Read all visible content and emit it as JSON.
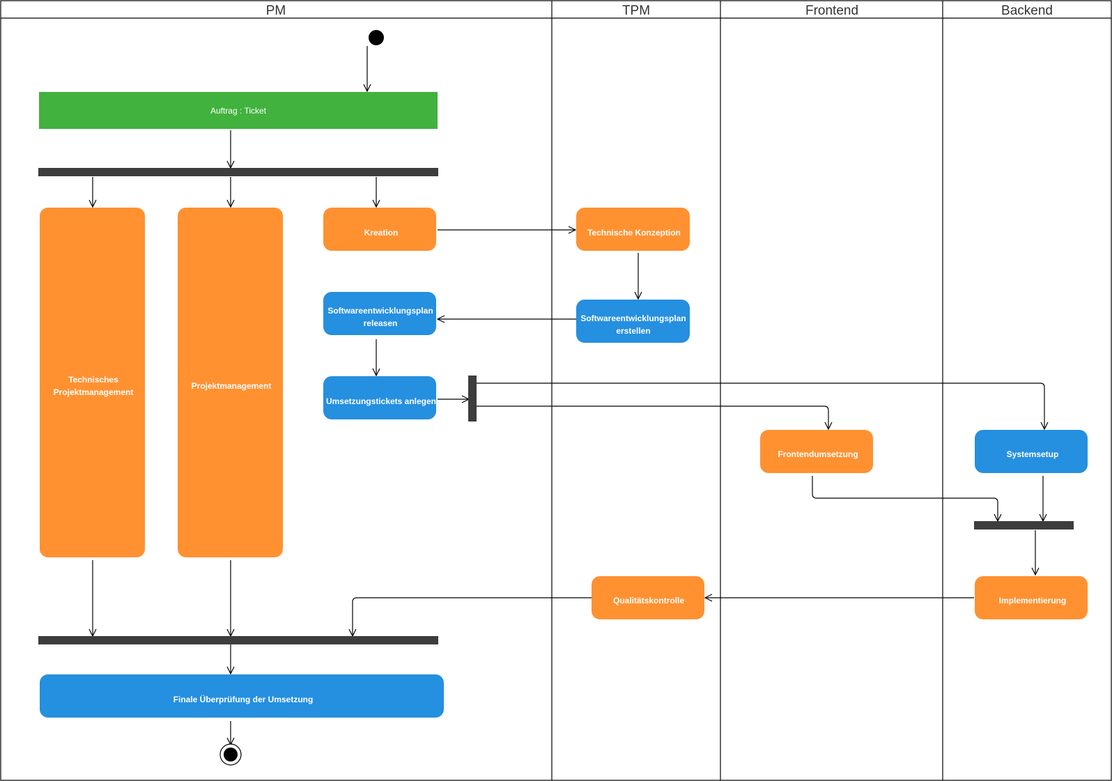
{
  "lanes": [
    {
      "title": "PM"
    },
    {
      "title": "TPM"
    },
    {
      "title": "Frontend"
    },
    {
      "title": "Backend"
    }
  ],
  "nodes": {
    "auftrag": {
      "lines": [
        "Auftrag : Ticket"
      ]
    },
    "tech_pm": {
      "lines": [
        "Technisches",
        "Projektmanagement"
      ]
    },
    "projektmanagement": {
      "lines": [
        "Projektmanagement"
      ]
    },
    "kreation": {
      "lines": [
        "Kreation"
      ]
    },
    "tech_konzeption": {
      "lines": [
        "Technische Konzeption"
      ]
    },
    "swplan_release": {
      "lines": [
        "Softwareentwicklungsplan",
        "releasen"
      ]
    },
    "swplan_erstellen": {
      "lines": [
        "Softwareentwicklungsplan",
        "erstellen"
      ]
    },
    "umsetzungstickets": {
      "lines": [
        "Umsetzungstickets anlegen"
      ]
    },
    "frontendumsetzung": {
      "lines": [
        "Frontendumsetzung"
      ]
    },
    "systemsetup": {
      "lines": [
        "Systemsetup"
      ]
    },
    "qualitaet": {
      "lines": [
        "Qualitätskontrolle"
      ]
    },
    "implementierung": {
      "lines": [
        "Implementierung"
      ]
    },
    "finale": {
      "lines": [
        "Finale Überprüfung der Umsetzung"
      ]
    }
  },
  "colors": {
    "orange": "#ff9131",
    "blue": "#258fe0",
    "green": "#41b23e",
    "bar": "#3d3d3d",
    "line": "#000000"
  }
}
